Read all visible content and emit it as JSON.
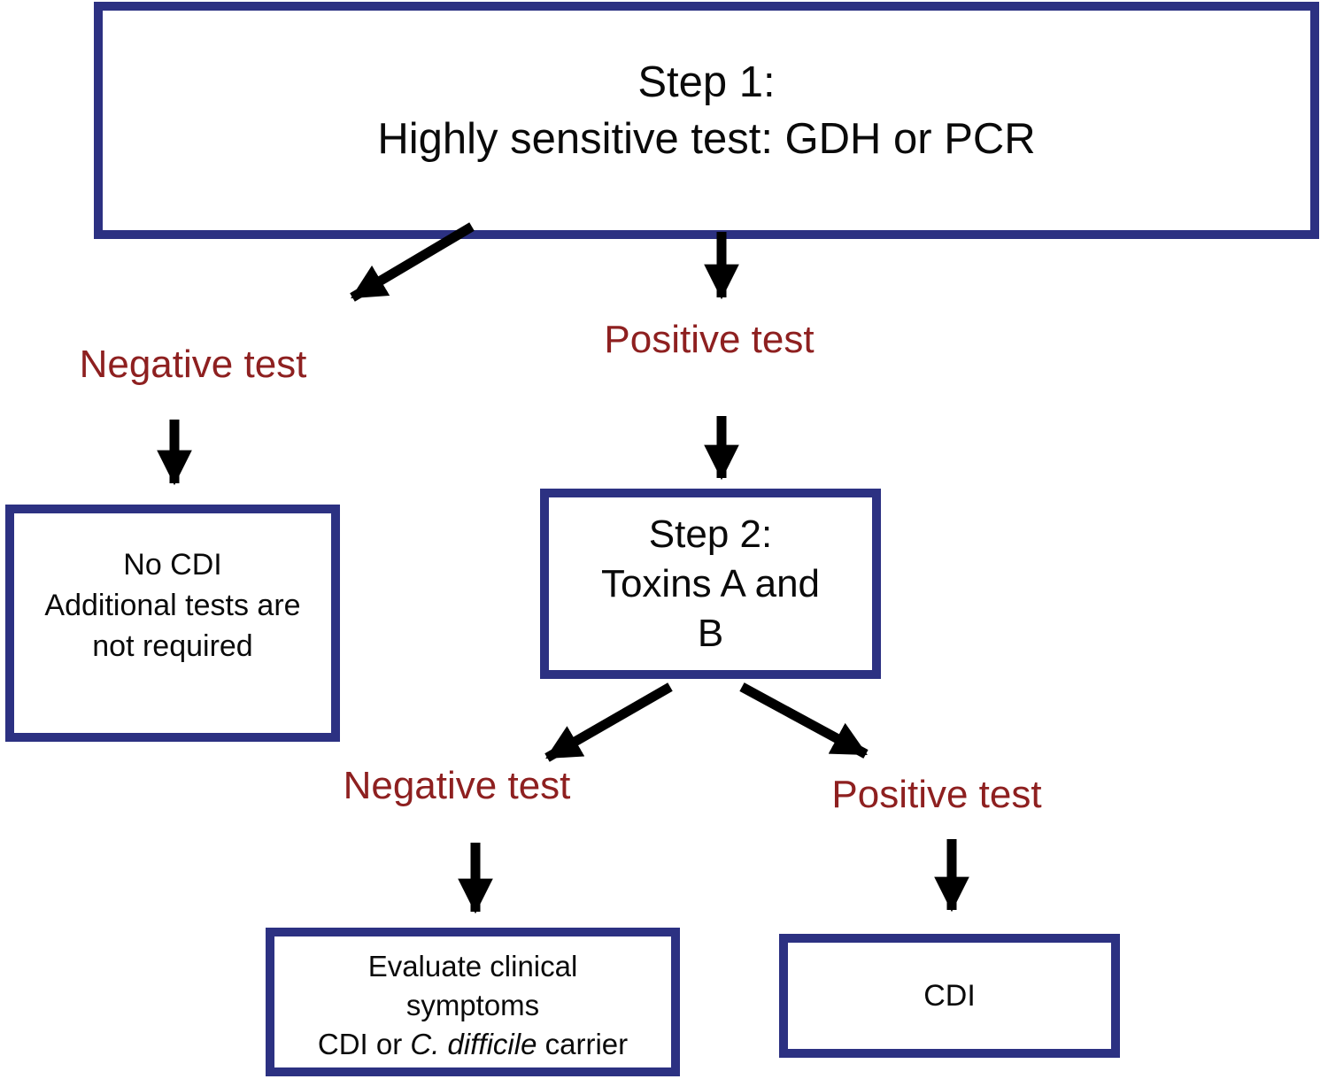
{
  "colors": {
    "box_border": "#2c3182",
    "label_text": "#8e2020",
    "arrow": "#000000",
    "box_text": "#0a0a0a",
    "background": "#ffffff"
  },
  "boxes": {
    "step1": {
      "lines": [
        "Step 1:",
        "Highly sensitive test: GDH or PCR"
      ]
    },
    "no_cdi": {
      "lines": [
        "No CDI",
        "Additional tests are",
        "not required"
      ]
    },
    "step2": {
      "lines": [
        "Step 2:",
        "Toxins A and",
        "B"
      ]
    },
    "evaluate": {
      "line1": "Evaluate clinical",
      "line2": "symptoms",
      "line3_prefix": "CDI or ",
      "line3_italic": "C. difficile",
      "line3_suffix": " carrier"
    },
    "cdi": {
      "label": "CDI"
    }
  },
  "labels": {
    "negative_test_1": "Negative test",
    "positive_test_1": "Positive test",
    "negative_test_2": "Negative test",
    "positive_test_2": "Positive test"
  },
  "connections": [
    {
      "from": "step1-box",
      "to": "negative-test-1-label"
    },
    {
      "from": "step1-box",
      "to": "positive-test-1-label"
    },
    {
      "from": "negative-test-1-label",
      "to": "no-cdi-box"
    },
    {
      "from": "positive-test-1-label",
      "to": "step2-box"
    },
    {
      "from": "step2-box",
      "to": "negative-test-2-label"
    },
    {
      "from": "step2-box",
      "to": "positive-test-2-label"
    },
    {
      "from": "negative-test-2-label",
      "to": "evaluate-box"
    },
    {
      "from": "positive-test-2-label",
      "to": "cdi-box"
    }
  ]
}
